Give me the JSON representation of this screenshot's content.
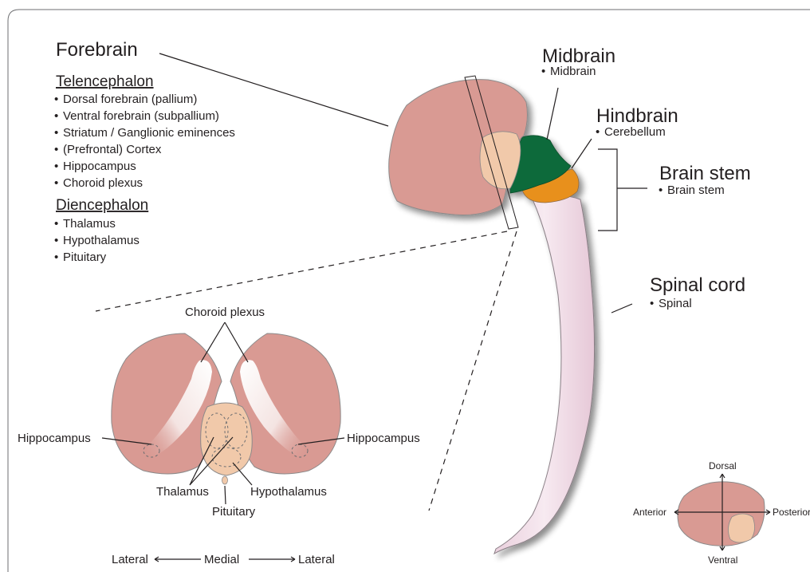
{
  "forebrain": {
    "title": "Forebrain",
    "telencephalon": {
      "heading": "Telencephalon",
      "items": [
        "Dorsal forebrain (pallium)",
        "Ventral forebrain (subpallium)",
        "Striatum / Ganglionic eminences",
        "(Prefrontal) Cortex",
        "Hippocampus",
        "Choroid plexus"
      ]
    },
    "diencephalon": {
      "heading": "Diencephalon",
      "items": [
        "Thalamus",
        "Hypothalamus",
        "Pituitary"
      ]
    }
  },
  "bullet": "•",
  "regions": {
    "midbrain": {
      "title": "Midbrain",
      "sub": "Midbrain"
    },
    "hindbrain": {
      "title": "Hindbrain",
      "sub": "Cerebellum"
    },
    "brain_stem": {
      "title": "Brain stem",
      "sub": "Brain stem"
    },
    "spinal_cord": {
      "title": "Spinal cord",
      "sub": "Spinal"
    }
  },
  "section_labels": {
    "choroid_plexus": "Choroid plexus",
    "hippocampus_left": "Hippocampus",
    "hippocampus_right": "Hippocampus",
    "thalamus": "Thalamus",
    "hypothalamus": "Hypothalamus",
    "pituitary": "Pituitary"
  },
  "axis_bottom": {
    "left": "Lateral",
    "center": "Medial",
    "right": "Lateral"
  },
  "orientation": {
    "top": "Dorsal",
    "bottom": "Ventral",
    "left": "Anterior",
    "right": "Posterior"
  },
  "colors": {
    "forebrain": "#d99a93",
    "diencephalon": "#f1c9aa",
    "midbrain": "#0b6b3a",
    "hindbrain": "#e8901c",
    "spinal_cord": "#f2dce8",
    "outline": "#231f20"
  }
}
